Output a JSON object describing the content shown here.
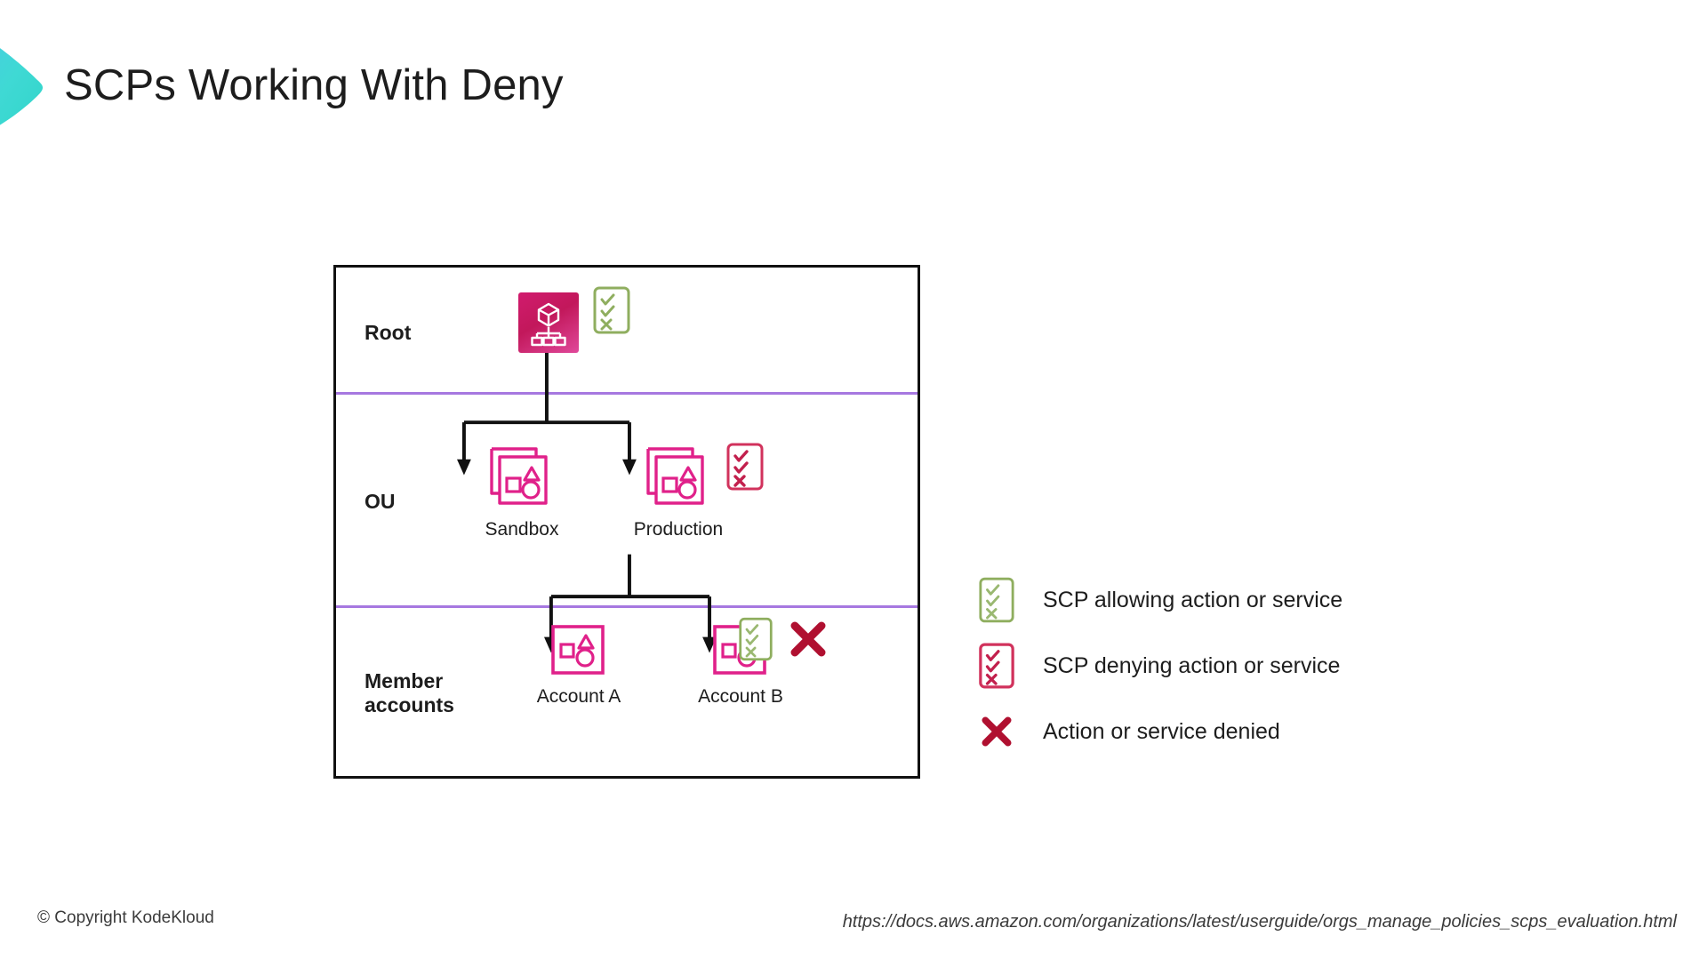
{
  "slide": {
    "title": "SCPs Working With Deny",
    "logo_icon": "kodekloud-chevron-logo",
    "accent_teal": "#3fd9d4",
    "accent_cyan": "#4bc8e8"
  },
  "diagram": {
    "border_color": "#111111",
    "divider_color": "#a678e0",
    "rows": [
      {
        "label": "Root"
      },
      {
        "label": "OU"
      },
      {
        "label": "Member\naccounts"
      }
    ],
    "nodes": [
      {
        "id": "root",
        "caption": "",
        "icon": "aws-organizations-root-icon",
        "badge": "scp-allow-icon",
        "fill": "#c2185b"
      },
      {
        "id": "sandbox",
        "caption": "Sandbox",
        "icon": "organizational-unit-icon",
        "badge": null,
        "stroke": "#e0218a"
      },
      {
        "id": "production",
        "caption": "Production",
        "icon": "organizational-unit-icon",
        "badge": "scp-deny-icon",
        "stroke": "#e0218a"
      },
      {
        "id": "account-a",
        "caption": "Account A",
        "icon": "member-account-icon",
        "badge": null,
        "stroke": "#e0218a"
      },
      {
        "id": "account-b",
        "caption": "Account B",
        "icon": "member-account-icon",
        "badge": "scp-allow-icon",
        "denied_mark": "denied-x-icon",
        "stroke": "#e0218a"
      }
    ]
  },
  "legend": {
    "items": [
      {
        "icon": "scp-allow-icon",
        "label": "SCP allowing action or service",
        "color": "#85a858"
      },
      {
        "icon": "scp-deny-icon",
        "label": "SCP denying action or service",
        "color": "#d1325c"
      },
      {
        "icon": "denied-x-icon",
        "label": "Action or service denied",
        "color": "#b01030"
      }
    ]
  },
  "footer": {
    "copyright": "© Copyright KodeKloud",
    "source_url": "https://docs.aws.amazon.com/organizations/latest/userguide/orgs_manage_policies_scps_evaluation.html"
  }
}
